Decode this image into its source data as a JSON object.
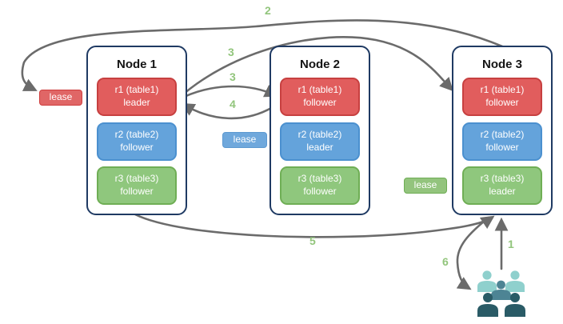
{
  "palette": {
    "red_fill": "#e15d5d",
    "red_border": "#c74040",
    "blue_fill": "#64a3db",
    "blue_border": "#4b90cf",
    "green_fill": "#8fc77d",
    "green_border": "#6fae55",
    "node_border": "#1f3a63",
    "arrow": "#6b6b6b",
    "step_label": "#92c57c",
    "user_light": "#8fd0cd",
    "user_mid": "#4d8494",
    "user_dark": "#2a5b66"
  },
  "nodes": [
    {
      "title": "Node 1",
      "replicas": [
        {
          "name": "r1 (table1)",
          "role": "leader",
          "color": "red"
        },
        {
          "name": "r2 (table2)",
          "role": "follower",
          "color": "blue"
        },
        {
          "name": "r3 (table3)",
          "role": "follower",
          "color": "green"
        }
      ]
    },
    {
      "title": "Node 2",
      "replicas": [
        {
          "name": "r1 (table1)",
          "role": "follower",
          "color": "red"
        },
        {
          "name": "r2 (table2)",
          "role": "leader",
          "color": "blue"
        },
        {
          "name": "r3 (table3)",
          "role": "follower",
          "color": "green"
        }
      ]
    },
    {
      "title": "Node 3",
      "replicas": [
        {
          "name": "r1 (table1)",
          "role": "follower",
          "color": "red"
        },
        {
          "name": "r2 (table2)",
          "role": "follower",
          "color": "blue"
        },
        {
          "name": "r3 (table3)",
          "role": "leader",
          "color": "green"
        }
      ]
    }
  ],
  "leases": [
    {
      "label": "lease",
      "color": "red"
    },
    {
      "label": "lease",
      "color": "blue"
    },
    {
      "label": "lease",
      "color": "green"
    }
  ],
  "steps": [
    {
      "text": "2"
    },
    {
      "text": "3"
    },
    {
      "text": "3"
    },
    {
      "text": "4"
    },
    {
      "text": "5"
    },
    {
      "text": "6"
    },
    {
      "text": "1"
    }
  ],
  "icons": {
    "users": "user-group-icon"
  }
}
